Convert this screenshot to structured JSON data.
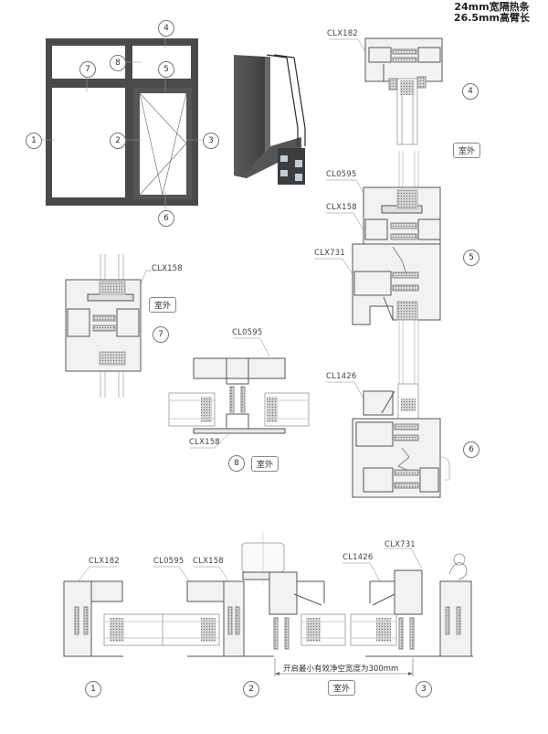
{
  "header": {
    "title_line1": "24mm宽隔热条",
    "title_line2": "26.5mm高臂长"
  },
  "elevation": {
    "frame_color": "#4a4a4a",
    "callouts": [
      "1",
      "2",
      "3",
      "4",
      "5",
      "6",
      "7",
      "8"
    ]
  },
  "sections": {
    "s4": {
      "callout": "4",
      "labels": [
        "CLX182"
      ],
      "outdoor": "室外"
    },
    "s5": {
      "callout": "5",
      "labels": [
        "CL0595",
        "CLX158",
        "CLX731"
      ]
    },
    "s6": {
      "callout": "6",
      "labels": [
        "CL1426"
      ]
    },
    "s7": {
      "callout": "7",
      "labels": [
        "CLX158"
      ],
      "outdoor": "室外"
    },
    "s8": {
      "callout": "8",
      "labels": [
        "CL0595",
        "CLX158"
      ],
      "outdoor": "室外"
    },
    "s1": {
      "callout": "1",
      "labels": [
        "CLX182"
      ]
    },
    "s2": {
      "callout": "2",
      "labels": [
        "CL0595",
        "CLX158"
      ]
    },
    "s3": {
      "callout": "3",
      "labels": [
        "CL1426",
        "CLX731"
      ]
    }
  },
  "bottom": {
    "dimension_note": "开启最小有效净空宽度为300mm",
    "outdoor": "室外"
  },
  "colors": {
    "profile_stroke": "#555555",
    "profile_fill": "#e8e8e8",
    "insulation_fill": "#c8c8c8",
    "window_frame": "#4a4a4a"
  }
}
